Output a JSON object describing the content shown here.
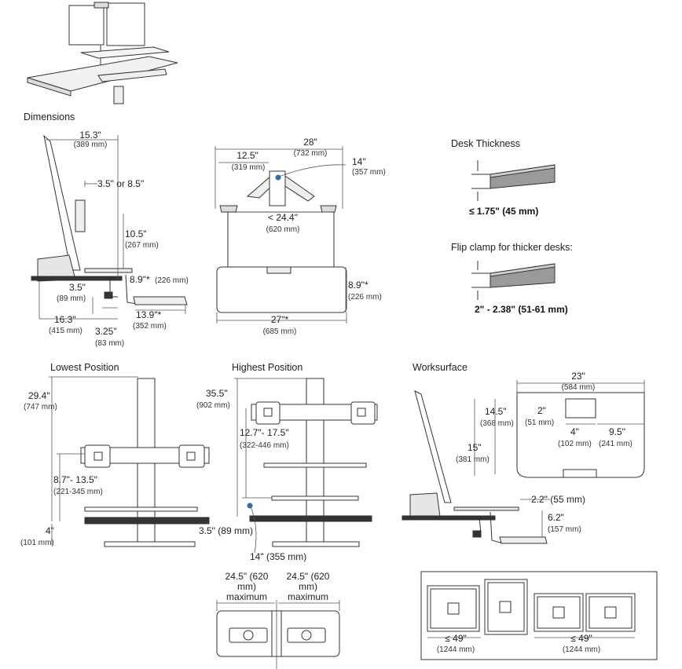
{
  "sections": {
    "dimensions": "Dimensions",
    "desk_thickness": "Desk Thickness",
    "flip_clamp": "Flip clamp for thicker desks:",
    "lowest": "Lowest Position",
    "highest": "Highest Position",
    "worksurface": "Worksurface"
  },
  "side_view": {
    "width_in": "15.3\"",
    "width_mm": "(389 mm)",
    "vesa": "3.5\" or 8.5\"",
    "height_in": "10.5\"",
    "height_mm": "(267 mm)",
    "keyboard_in": "8.9\"*",
    "keyboard_mm": "(226 mm)",
    "clamp_in": "3.5\"",
    "clamp_mm": "(89 mm)",
    "tray_in": "13.9\"*",
    "tray_mm": "(352 mm)",
    "depth_in": "16.3\"",
    "depth_mm": "(415 mm)",
    "base_in": "3.25\"",
    "base_mm": "(83 mm)"
  },
  "top_view": {
    "total_in": "28\"",
    "total_mm": "(732 mm)",
    "arm_in": "12.5\"",
    "arm_mm": "(319 mm)",
    "reach_in": "14\"",
    "reach_mm": "(357 mm)",
    "inner_in": "< 24.4\"",
    "inner_mm": "(620 mm)",
    "depth_in": "8.9\"*",
    "depth_mm": "(226 mm)",
    "width_in": "27\"*",
    "width_mm": "(685 mm)"
  },
  "desk": {
    "thickness": "≤ 1.75\" (45 mm)",
    "flip": "2\" - 2.38\" (51-61 mm)"
  },
  "lowest": {
    "total_in": "29.4\"",
    "total_mm": "(747 mm)",
    "range_in": "8.7\"- 13.5\"",
    "range_mm": "(221-345 mm)",
    "base_in": "4\"",
    "base_mm": "(101 mm)"
  },
  "highest": {
    "total_in": "35.5\"",
    "total_mm": "(902 mm)",
    "range_in": "12.7\"- 17.5\"",
    "range_mm": "(322-446 mm)",
    "clear_in": "3.5\" (89 mm)",
    "kb_label": "14\" (355 mm)"
  },
  "worksurface": {
    "width_in": "23\"",
    "width_mm": "(584 mm)",
    "depth_in": "14.5\"",
    "depth_mm": "(368 mm)",
    "notch_in": "2\"",
    "notch_mm": "(51 mm)",
    "notch_w_in": "4\"",
    "notch_w_mm": "(102 mm)",
    "side_in": "9.5\"",
    "side_mm": "(241 mm)",
    "total_in": "15\"",
    "total_mm": "(381 mm)",
    "lip": "2.2\" (55 mm)",
    "drop_in": "6.2\"",
    "drop_mm": "(157 mm)"
  },
  "monitors": {
    "left_label": "24.5\" (620 mm) maximum",
    "right_label": "24.5\" (620 mm) maximum",
    "max_left_in": "≤ 49\"",
    "max_left_mm": "(1244 mm)",
    "max_right_in": "≤ 49\"",
    "max_right_mm": "(1244 mm)"
  }
}
